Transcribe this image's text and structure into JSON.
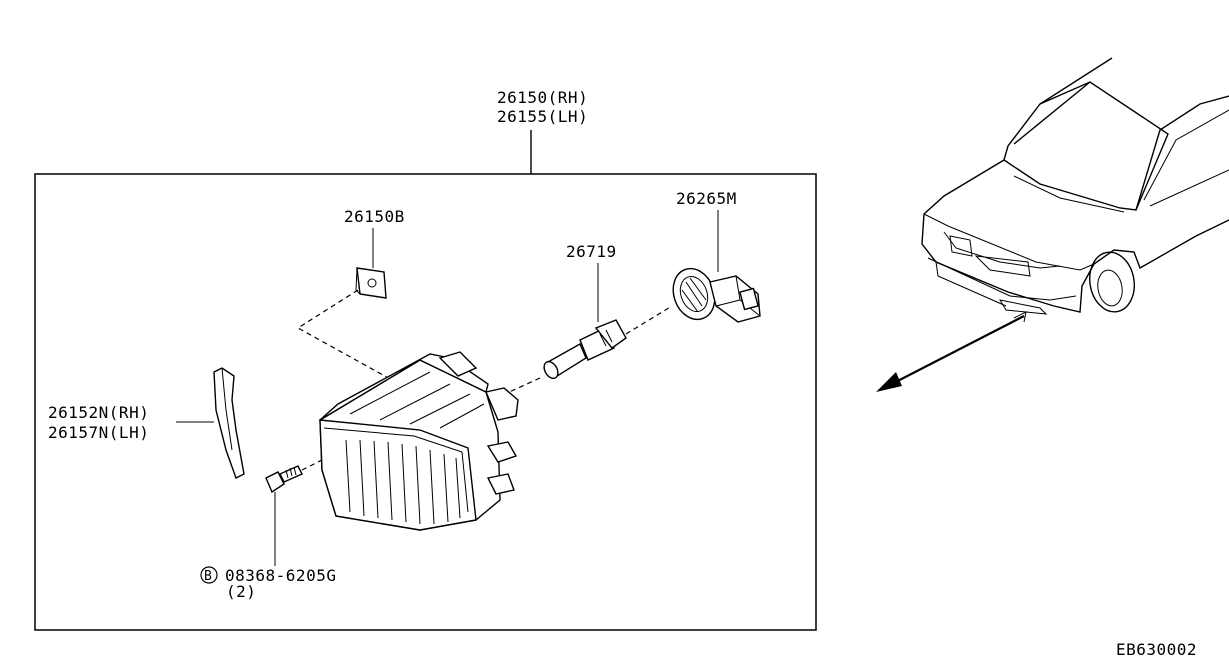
{
  "diagram": {
    "assembly_part": {
      "line1": "26150(RH)",
      "line2": "26155(LH)"
    },
    "bracket_part": "26150B",
    "bulb_part": "26719",
    "socket_part": "26265M",
    "finisher_part": {
      "line1": "26152N(RH)",
      "line2": "26157N(LH)"
    },
    "bolt_part": {
      "marker": "B",
      "number": "08368-6205G",
      "qty": "(2)"
    },
    "drawing_code": "EB630002"
  }
}
